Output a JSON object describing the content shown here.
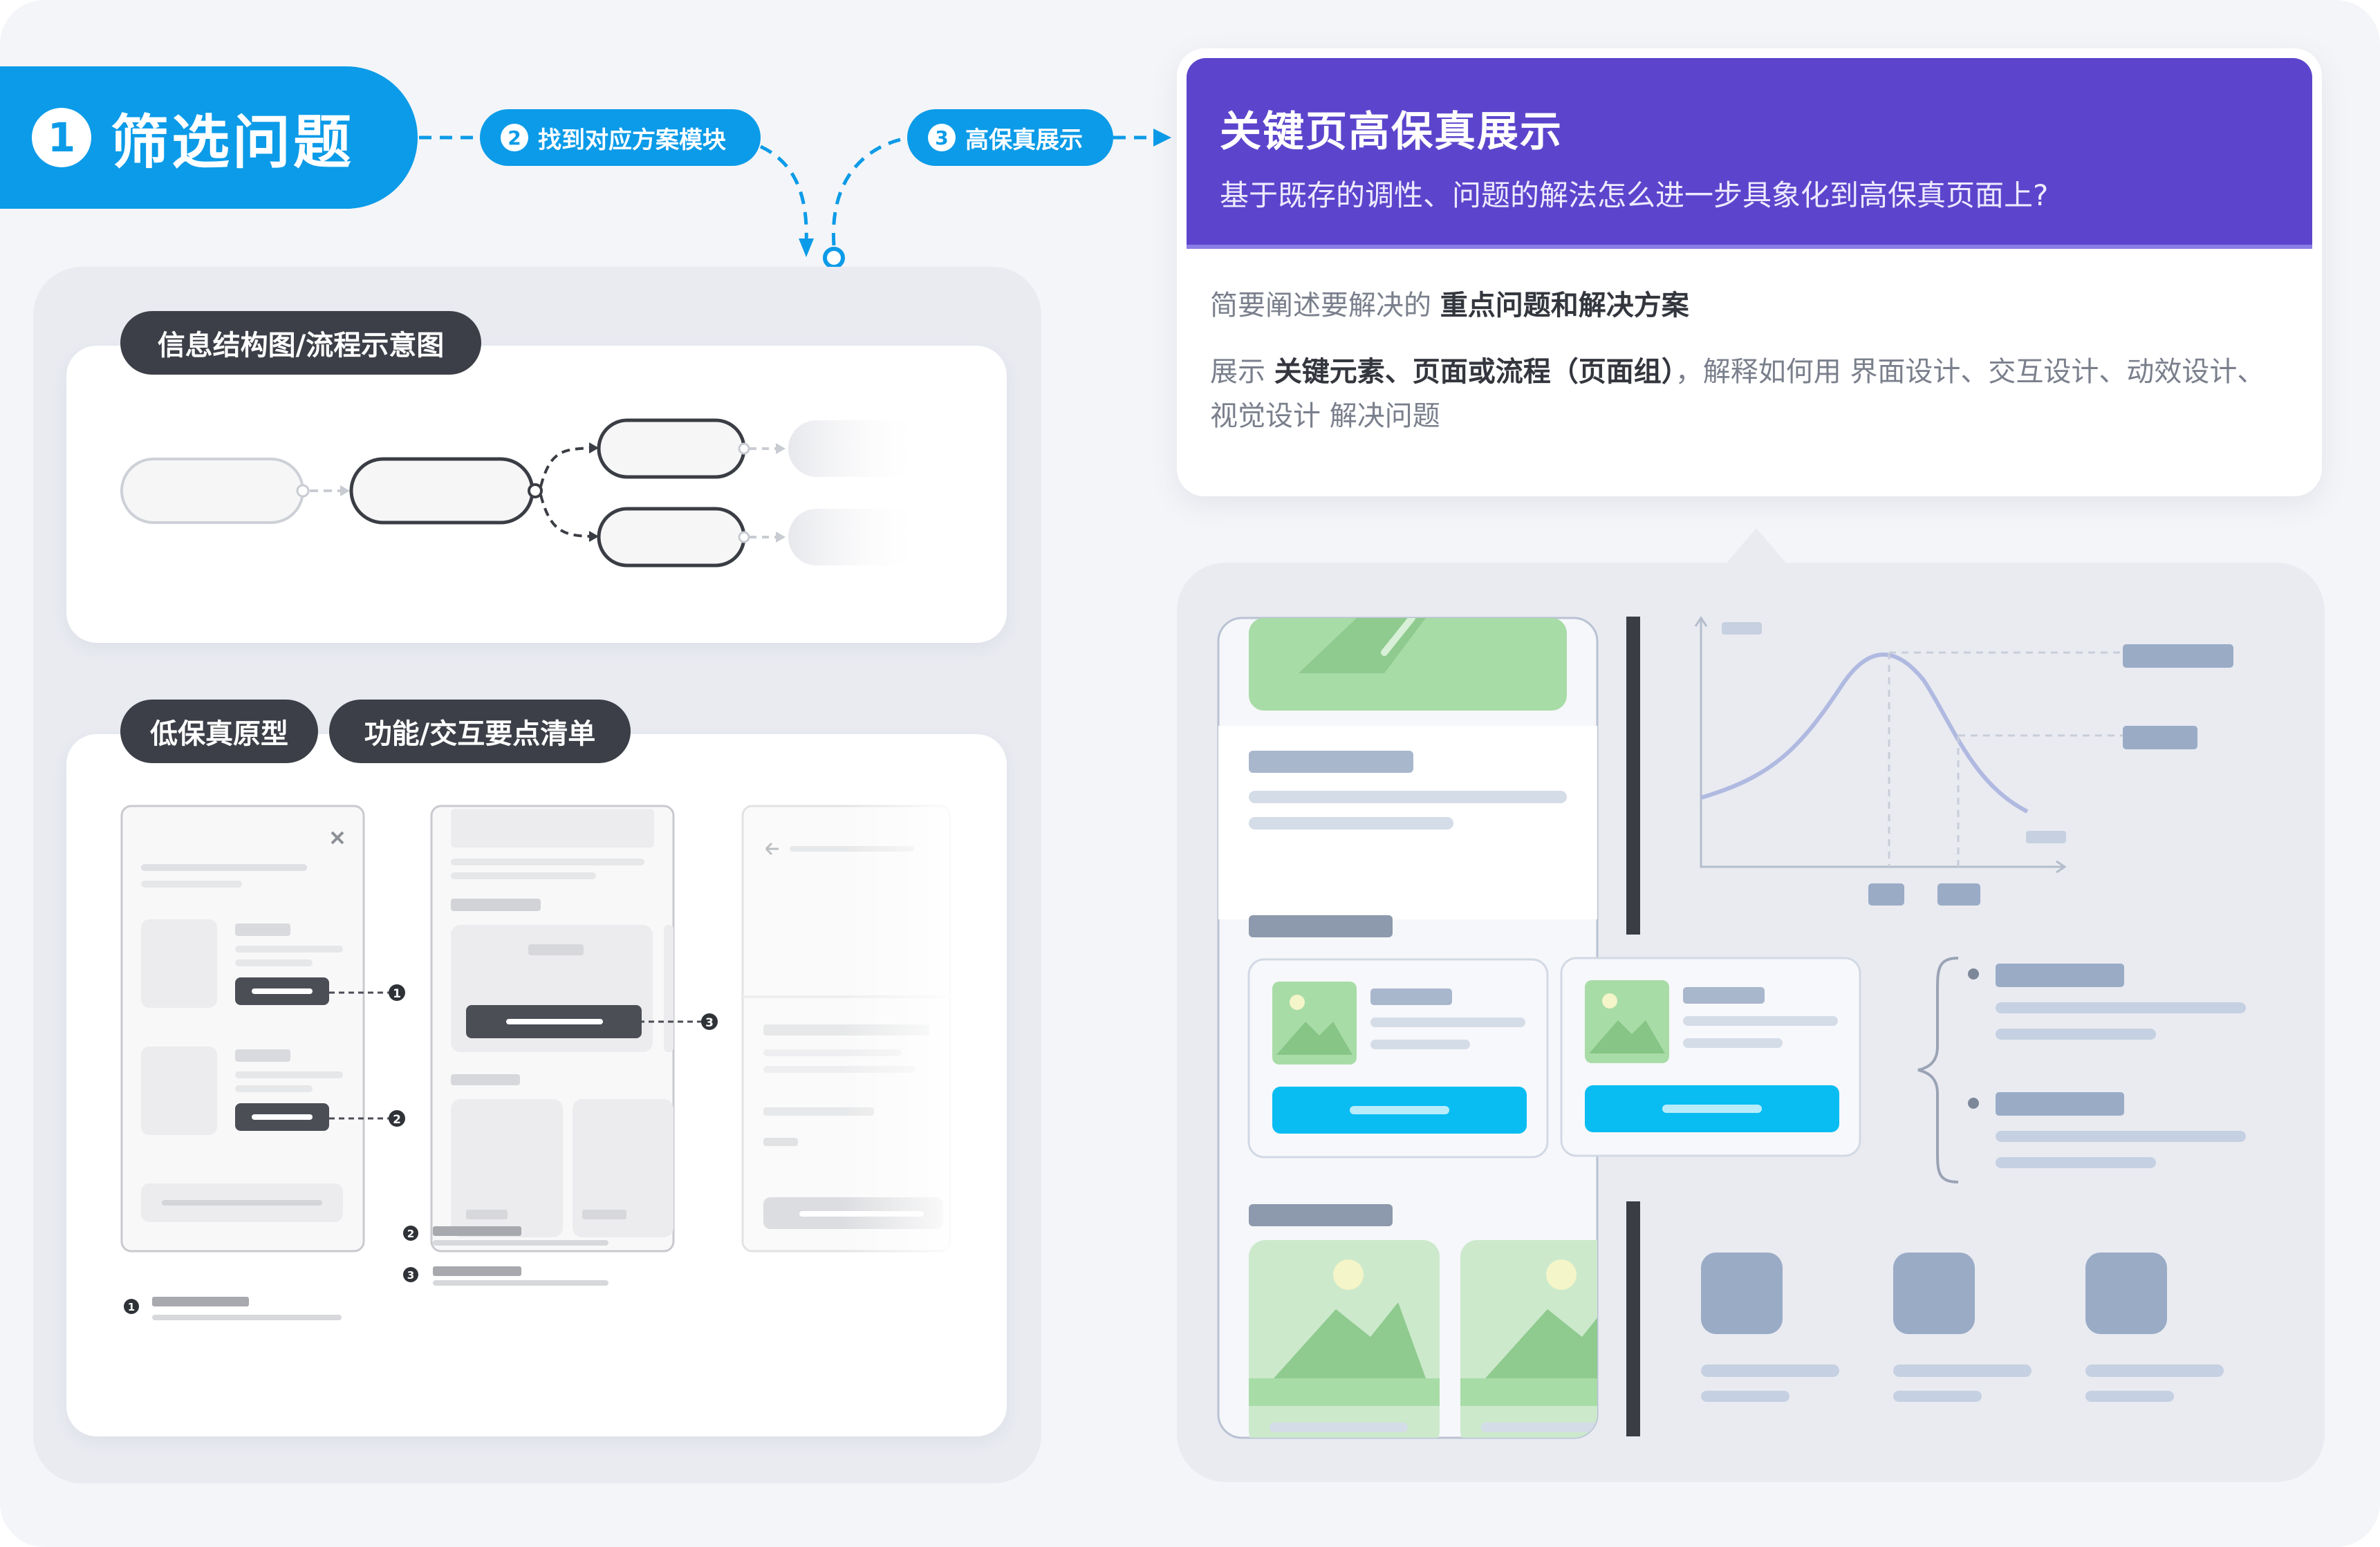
{
  "steps": {
    "step1": {
      "num": "1",
      "label": "筛选问题"
    },
    "step2": {
      "num": "2",
      "label": "找到对应方案模块"
    },
    "step3": {
      "num": "3",
      "label": "高保真展示"
    }
  },
  "left_panel": {
    "diagram_tag": "信息结构图/流程示意图",
    "lofi_tag": "低保真原型",
    "checklist_tag": "功能/交互要点清单",
    "callouts": [
      "1",
      "2",
      "3"
    ]
  },
  "hifi_card": {
    "title": "关键页高保真展示",
    "subtitle": "基于既存的调性、问题的解法怎么进一步具象化到高保真页面上?",
    "p1_prefix": "简要阐述要解决的",
    "p1_bold": "重点问题和解决方案",
    "p2_prefix": "展示",
    "p2_bold": "关键元素、页面或流程（页面组）",
    "p2_mid": "，解释如何用",
    "p2_suffix": "界面设计、交互设计、动效设计、视觉设计 解决问题"
  },
  "colors": {
    "accent_blue": "#0b9be8",
    "purple": "#5c45cc",
    "tag_dark": "#3c3f47",
    "cyan_button": "#09bdf2",
    "placeholder_blue": "#9aabc6",
    "image_green": "#a8dca7"
  },
  "icons": [
    "close-icon",
    "back-arrow-icon",
    "image-placeholder-icon",
    "curly-brace-icon",
    "dashed-arrow-connector"
  ]
}
